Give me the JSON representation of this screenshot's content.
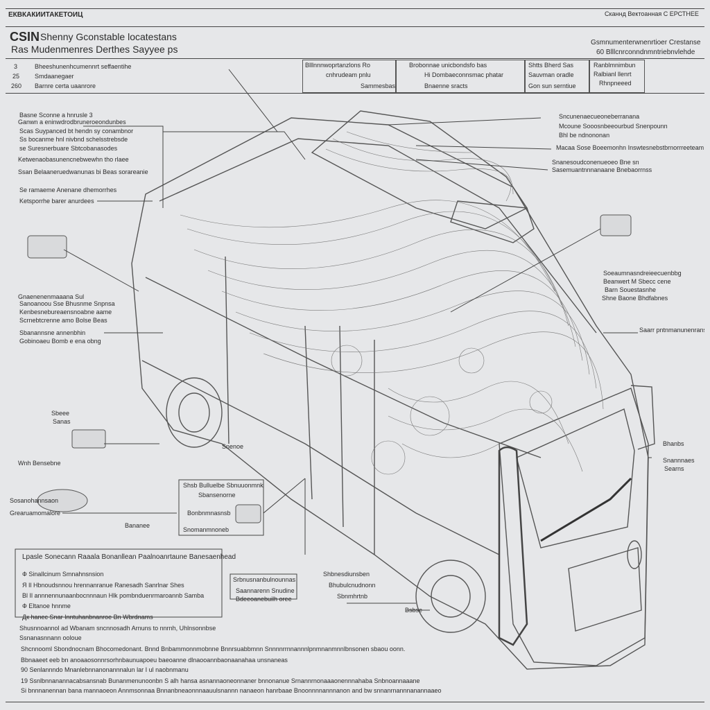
{
  "header": {
    "top_left_code": "ЕКВКАКИИТАКЕТОИЦ",
    "top_right": "Сканнд Вектоанная С ЕРСТНЕЕ",
    "title_main": "CSIN",
    "title_sub1": "Shenny Gconstable locatestans",
    "title_sub2": "Ras Mudenmenres Derthes Sayyee ps",
    "right_note1": "Gsmnumenterwnenrtioer Crestanse",
    "right_note2": "60 Blllcnrconndnmntriebnvlehde"
  },
  "info_row": {
    "left_lines": [
      "Bheeshunenhcumennrt seffaentihe",
      "Smdaanegaer",
      "Barnre certa uaanrore"
    ],
    "left_codes": [
      "3",
      "25",
      "260"
    ],
    "box1": [
      "Blllnnnwoprtanzlons Ro",
      "cnhrudeam pnlu",
      "Sammesbas"
    ],
    "box2": [
      "Brobonnae unicbondsfo bas",
      "Hi Dombaeconnsmac phatar",
      "Bnaenne sracts"
    ],
    "box3": [
      "Shtts Bherd Sas",
      "Sauvman oradle",
      "Gon sun serntiue"
    ],
    "box4": [
      "Ranblmnimbun",
      "Ralbianl llenrt",
      "Rhnpneeed"
    ]
  },
  "left_callouts": {
    "block1": [
      "Basne Sconne a hnrusle 3",
      "Ganwn a eninwdrodbruneroeondunbes",
      "Scas Suypanced bt hendn sy conambnor",
      "Ss bocanme hnl nivbnd schelsstrebsde",
      "se Suresnerbuare Sbtcobanasodes"
    ],
    "block1b": "Ketwenaobasunencnebwewhn tho rlaee",
    "block1c": "Ssan Belaaneruedwanunas bi Beas sorareanie",
    "block2": "Se ramaeme Anenane dhemorrhes",
    "block2b": "Ketsporrhe barer anurdees",
    "block3": [
      "Gnaenenenmaaana Sul",
      "Sanoanoou Sse Bhusnme Snpnsa",
      "Kenbesnebureaensnoabne aame",
      "Scrnebtcrenne amo Bolse Beas"
    ],
    "block3b": [
      "Sbanannsne annenbhin",
      "Gobinoaeu Bomb e ena obng"
    ],
    "block4": [
      "Sbeee",
      "Sanas"
    ],
    "block4b": "Wnh Bensebne",
    "block5": [
      "Sosanohannsaon",
      "Grearuamomalore"
    ],
    "block6": "Bananee"
  },
  "right_callouts": {
    "r1": "Sncunenaecueoneberranana",
    "r2": "Mcoune Sooosnbeeourbud Snenpounn",
    "r3": "Bhl be ndnononan",
    "r4": "Macaa Sose Boeemonhn Inswtesnebstbrnorrreeteam",
    "r5": "Snanesoudconenueoeo Bne sn",
    "r6": "Sasemuantnnnanaane Bnebaorrnss",
    "r7": [
      "Soeaumnasndreieecuenbbg",
      "Beanwert M Sbecc cene",
      "Barn Souestasnhe",
      "Shne Baone Bhdfabnes"
    ],
    "r8": "Saarr pntnmanunenranse",
    "r9": [
      "Bhanbs",
      "Snannnaes",
      "Searns"
    ],
    "r10": "Bsbse"
  },
  "middle_box": {
    "title": "Shsb Bulluelbe Sbnuuonmnk",
    "lines": [
      "Sbansenorne",
      "Bonbnmnasnsb",
      "Snomanmnoneb"
    ],
    "label": "Snenoe"
  },
  "bottom_table": {
    "title": "Lpasle Sonecann Raaala Bonanllean Paalnoanrtaune Banesaenhead",
    "mini_box": [
      "Srbnusnanbulnounnas",
      "Saannarenn Snudine",
      "Bdeeoanebuilh oree"
    ],
    "mini_right": [
      "Shbnesdiunsben",
      "Bhubulcnudnonn",
      "Sbnmhrtnb"
    ],
    "rows": [
      "Ф  Sinallcinum Smnahnsnsion",
      "Я  Il Hbnoudsnnou hrennanranue Ranesadh Sanrlnar Shes",
      "Bl  Il annnennunaanbocnnnaun Hlk pombnduenrmaroannb Samba",
      "Ф  Eltanoe hnnme",
      "Дк hanec Snar Inntuhanbnanroe Bn Wbrdnams",
      "Shusnnoannol ad Wbanam sncnnosadh Arnuns to nnrnh, Uhlnsonnbse",
      "Ssnanasnnann ooloue",
      "Shcnnooml Sbondnocnam Bhocomedonant. Bnnd Bnbammonnmobnne Bnnrsuabbmnn Snnnnrrnnannnlpnmnanmnnlbnsonen sbaou oonn.",
      "Bbnaaeet eeb bn anoaaosonnrsorhnbaunuapoeu baeoanne dlnaooannbaonaanahaa unsnaneas",
      "90 Senlannndo Mnanlebnnanonannnalun lar I ul naobnmanu",
      "19 Ssnlbnnanannacabsansnab Bunanmenunoonbn S alh hansa asnannaoneonnaner bnnonanue Srnannrnonaaaonennnahaba Snbnoannaaane",
      "Si bnnnanennan bana mannaoeon Annmsonnaa Bnnanbneaonnnaauulsnannn nanaeon hanrbaae Bnoonnnnannnanon and bw snnanrnannnanannaaeo"
    ]
  }
}
